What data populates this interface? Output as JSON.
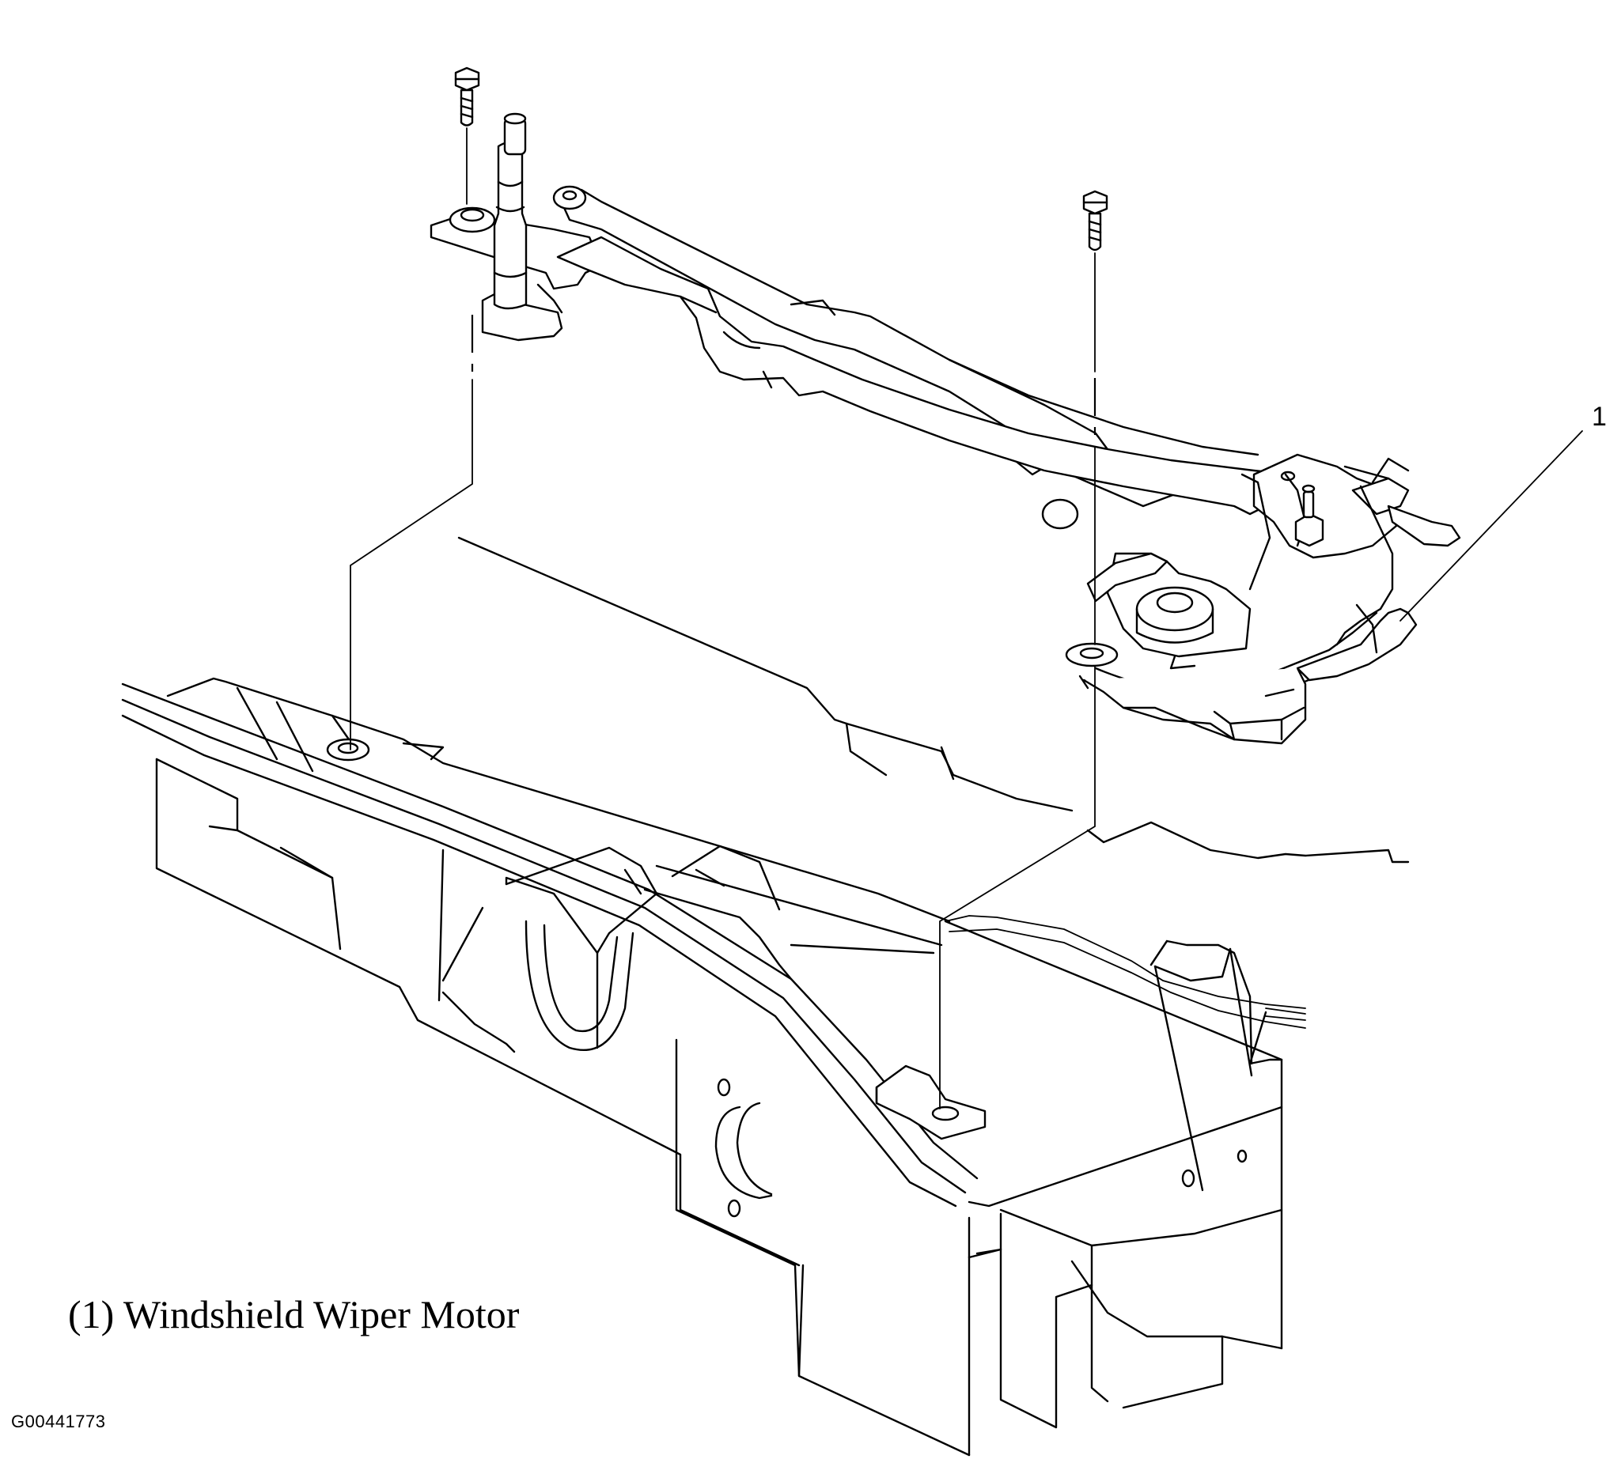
{
  "diagram": {
    "callouts": [
      {
        "number": "1",
        "part": "Windshield Wiper Motor"
      }
    ],
    "legend_caption": "(1) Windshield Wiper Motor",
    "figure_id": "G00441773"
  }
}
